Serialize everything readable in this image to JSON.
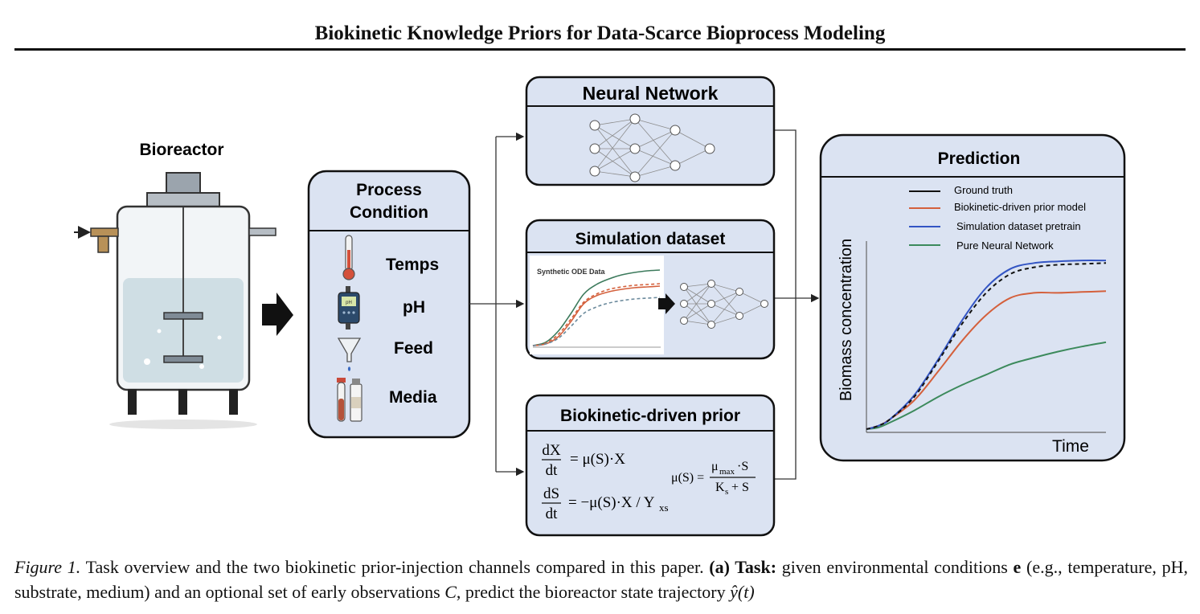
{
  "header": {
    "title": "Biokinetic Knowledge Priors for Data-Scarce Bioprocess Modeling"
  },
  "figure": {
    "bioreactor_label": "Bioreactor",
    "process_condition": {
      "title_line1": "Process",
      "title_line2": "Condition",
      "items": [
        "Temps",
        "pH",
        "Feed",
        "Media"
      ],
      "ph_meter_label": "pH"
    },
    "neural_network": {
      "title": "Neural Network"
    },
    "simulation_dataset": {
      "title": "Simulation dataset",
      "plot_label": "Synthetic ODE Data"
    },
    "biokinetic_prior": {
      "title": "Biokinetic-driven prior",
      "eq1_num": "dX",
      "eq1_den": "dt",
      "eq1_rhs": "= μ(S)·X",
      "eq2_num": "dS",
      "eq2_den": "dt",
      "eq2_rhs": "= −μ(S)·X / Y",
      "eq2_sub": "xs",
      "mu_lhs": "μ(S) =",
      "mu_num": "μ",
      "mu_num_sub": "max",
      "mu_num_tail": "·S",
      "mu_den": "K",
      "mu_den_sub": "s",
      "mu_den_tail": " + S"
    },
    "prediction": {
      "title": "Prediction",
      "xlabel": "Time",
      "ylabel": "Biomass concentration",
      "legend": [
        "Ground truth",
        "Biokinetic-driven prior model",
        "Simulation dataset pretrain",
        "Pure Neural Network"
      ]
    }
  },
  "caption": {
    "figure_label": "Figure 1.",
    "text1": " Task overview and the two biokinetic prior-injection channels compared in this paper. ",
    "bold_a": "(a) Task:",
    "text2": " given environmental conditions ",
    "sym_e": "e",
    "text3": " (e.g., temperature, pH, substrate, medium) and an optional set of early observations ",
    "sym_c": "C",
    "text4": ", predict the bioreactor state trajectory ",
    "sym_y": "ŷ(t)"
  },
  "colors": {
    "panel_fill": "#dbe3f2",
    "ground_truth": "#111111",
    "biokinetic_prior": "#d4603c",
    "simulation_pretrain": "#3355c4",
    "pure_nn": "#3c8a5c",
    "sim_green": "#3c7a5c"
  },
  "chart_data": [
    {
      "type": "line",
      "title": "Prediction",
      "xlabel": "Time",
      "ylabel": "Biomass concentration",
      "legend_position": "top",
      "grid": false,
      "x": [
        0,
        0.05,
        0.1,
        0.2,
        0.3,
        0.4,
        0.5,
        0.6,
        0.7,
        0.8,
        0.9,
        1.0
      ],
      "series": [
        {
          "name": "Ground truth",
          "style": "dashed",
          "color": "#111111",
          "values": [
            0.0,
            0.02,
            0.06,
            0.19,
            0.4,
            0.62,
            0.8,
            0.91,
            0.95,
            0.965,
            0.97,
            0.975
          ]
        },
        {
          "name": "Biokinetic-driven prior model",
          "style": "solid",
          "color": "#d4603c",
          "values": [
            0.0,
            0.02,
            0.06,
            0.17,
            0.34,
            0.52,
            0.67,
            0.77,
            0.8,
            0.8,
            0.805,
            0.81
          ]
        },
        {
          "name": "Simulation dataset pretrain",
          "style": "solid",
          "color": "#3355c4",
          "values": [
            0.0,
            0.02,
            0.06,
            0.2,
            0.41,
            0.64,
            0.83,
            0.94,
            0.975,
            0.985,
            0.99,
            0.99
          ]
        },
        {
          "name": "Pure Neural Network",
          "style": "solid",
          "color": "#3c8a5c",
          "values": [
            0.0,
            0.01,
            0.04,
            0.11,
            0.19,
            0.26,
            0.32,
            0.38,
            0.42,
            0.455,
            0.485,
            0.51
          ]
        }
      ]
    },
    {
      "type": "line",
      "title": "Synthetic ODE Data",
      "x": [
        0,
        0.1,
        0.2,
        0.3,
        0.4,
        0.5,
        0.6,
        0.7,
        0.8,
        0.9,
        1.0
      ],
      "series": [
        {
          "style": "solid",
          "color": "#3c7a5c",
          "values": [
            0.0,
            0.04,
            0.18,
            0.4,
            0.64,
            0.76,
            0.83,
            0.88,
            0.91,
            0.93,
            0.94
          ]
        },
        {
          "style": "dashed",
          "color": "#d4603c",
          "values": [
            0.0,
            0.03,
            0.14,
            0.33,
            0.54,
            0.64,
            0.7,
            0.73,
            0.75,
            0.76,
            0.77
          ]
        },
        {
          "style": "solid",
          "color": "#d4603c",
          "values": [
            0.0,
            0.02,
            0.11,
            0.3,
            0.52,
            0.62,
            0.67,
            0.7,
            0.72,
            0.73,
            0.74
          ]
        },
        {
          "style": "dashed",
          "color": "#6b8a9c",
          "values": [
            0.0,
            0.02,
            0.09,
            0.24,
            0.4,
            0.48,
            0.53,
            0.56,
            0.58,
            0.59,
            0.6
          ]
        }
      ]
    }
  ]
}
